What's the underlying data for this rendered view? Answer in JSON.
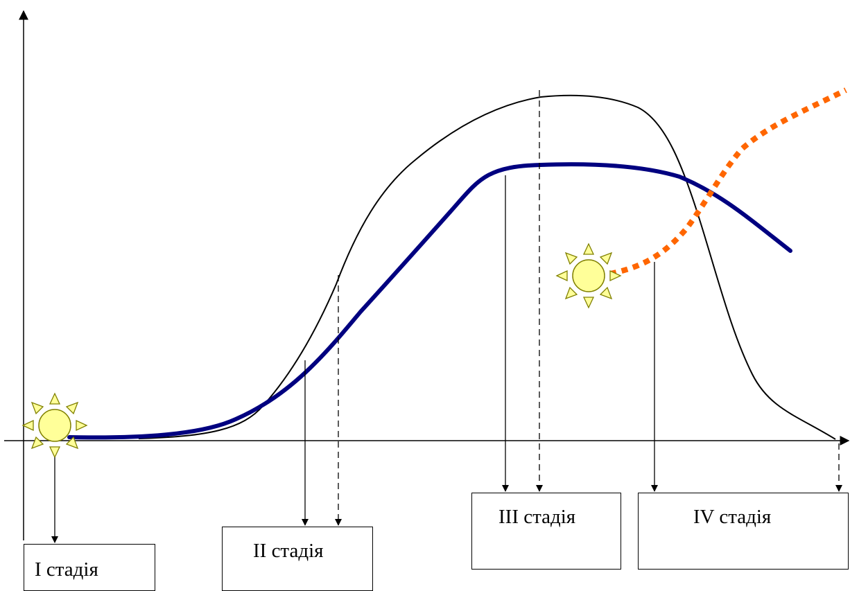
{
  "stages": [
    {
      "label": "I стадія"
    },
    {
      "label": "II стадія"
    },
    {
      "label": "III стадія"
    },
    {
      "label": "IV стадія"
    }
  ],
  "icons": [
    "sun-icon",
    "sun-icon"
  ],
  "colors": {
    "axes": "#000000",
    "thin_curve": "#000000",
    "thick_curve": "#000080",
    "dotted_curve": "#ff6600",
    "sun_fill": "#ffff99",
    "sun_stroke": "#808000"
  }
}
